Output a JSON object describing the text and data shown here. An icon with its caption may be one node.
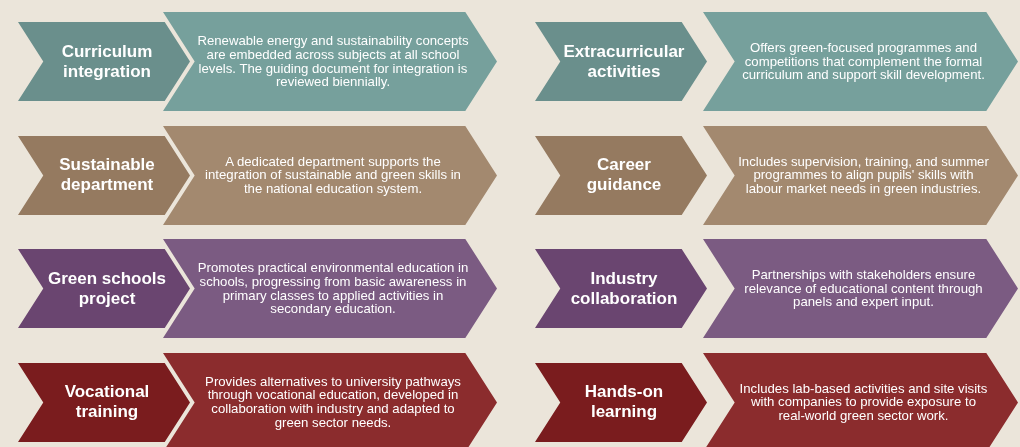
{
  "diagram": {
    "nodes": [
      {
        "text": [
          "Curriculum integration"
        ]
      },
      {
        "text": [
          "Renewable energy and sustainability concepts are embedded across subjects at all school levels. The guiding document for integration is reviewed biennially."
        ]
      },
      {
        "text": [
          "Extracurricular activities"
        ]
      },
      {
        "text": [
          "Offers green-focused programmes and competitions that complement the formal curriculum and support skill development."
        ]
      },
      {
        "text": [
          "Sustainable department"
        ]
      },
      {
        "text": [
          "A dedicated department supports the integration of sustainable and green skills in the national education system."
        ]
      },
      {
        "text": [
          "Career guidance"
        ]
      },
      {
        "text": [
          "Includes supervision, training, and summer programmes to align pupils' skills with labour market needs in green industries."
        ]
      },
      {
        "text": [
          "Green schools project"
        ]
      },
      {
        "text": [
          "Promotes practical environmental education in schools, progressing from basic awareness in primary classes to applied activities in secondary education."
        ]
      },
      {
        "text": [
          "Industry collaboration"
        ]
      },
      {
        "text": [
          "Partnerships with stakeholders ensure relevance of educational content through panels and expert input."
        ]
      },
      {
        "text": [
          "Vocational training"
        ]
      },
      {
        "text": [
          "Provides alternatives to university pathways through vocational education, developed in collaboration with industry and adapted to green sector needs."
        ]
      },
      {
        "text": [
          "Hands-on learning"
        ]
      },
      {
        "text": [
          "Includes lab-based activities and site visits with companies to provide exposure to real-world green sector work."
        ]
      }
    ]
  }
}
